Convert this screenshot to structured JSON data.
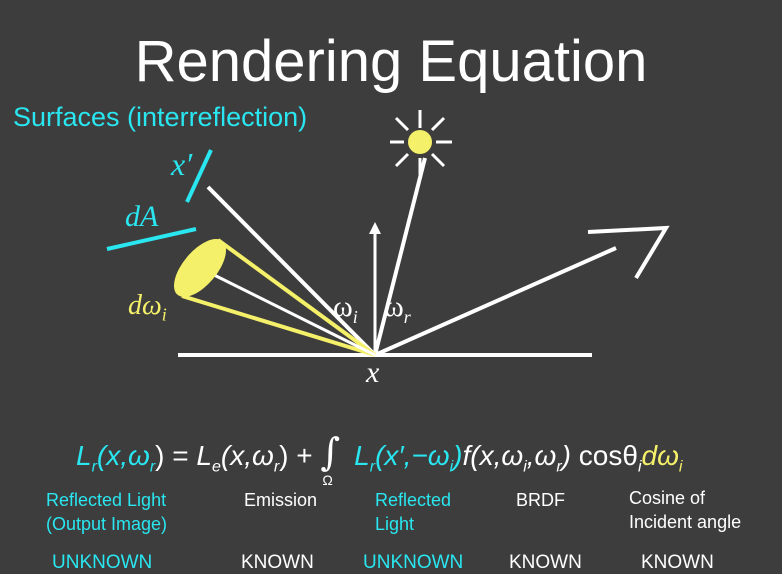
{
  "title": "Rendering Equation",
  "subtitle": "Surfaces (interreflection)",
  "diagram": {
    "label_x_prime": "x′",
    "label_dA": "dA",
    "label_domega_i": "dω",
    "label_domega_i_sub": "i",
    "label_omega_i": "ω",
    "label_omega_i_sub": "i",
    "label_omega_r": "ω",
    "label_omega_r_sub": "r",
    "label_x": "x"
  },
  "equation": {
    "lhs": "L",
    "lhs_sub": "r",
    "lhs_args": "(x,ω",
    "lhs_args_sub": "r",
    "lhs_close": ") =",
    "emission": "L",
    "emission_sub": "e",
    "emission_args": "(x,ω",
    "emission_args_sub": "r",
    "emission_close": ") +",
    "integral": "∫",
    "integral_domain": "Ω",
    "reflected": "L",
    "reflected_sub": "r",
    "reflected_args": "(x′,−ω",
    "reflected_args_sub": "i",
    "reflected_close": ")",
    "brdf": "f(x,ω",
    "brdf_sub1": "i",
    "brdf_mid": ",ω",
    "brdf_sub2": "r",
    "brdf_close": ")",
    "cosine": "cosθ",
    "cosine_sub": "i",
    "domega": "dω",
    "domega_sub": "i"
  },
  "terms": [
    {
      "label": "Reflected Light\n(Output Image)",
      "status": "UNKNOWN",
      "color": "#29e6f0"
    },
    {
      "label": "Emission",
      "status": "KNOWN",
      "color": "#ffffff"
    },
    {
      "label": "Reflected\nLight",
      "status": "UNKNOWN",
      "color": "#29e6f0"
    },
    {
      "label": "BRDF",
      "status": "KNOWN",
      "color": "#ffffff"
    },
    {
      "label": "Cosine of\nIncident angle",
      "status": "KNOWN",
      "color": "#ffffff"
    }
  ],
  "colors": {
    "background": "#3d3d3d",
    "cyan": "#29e6f0",
    "yellow": "#f5f06a",
    "white": "#ffffff"
  }
}
